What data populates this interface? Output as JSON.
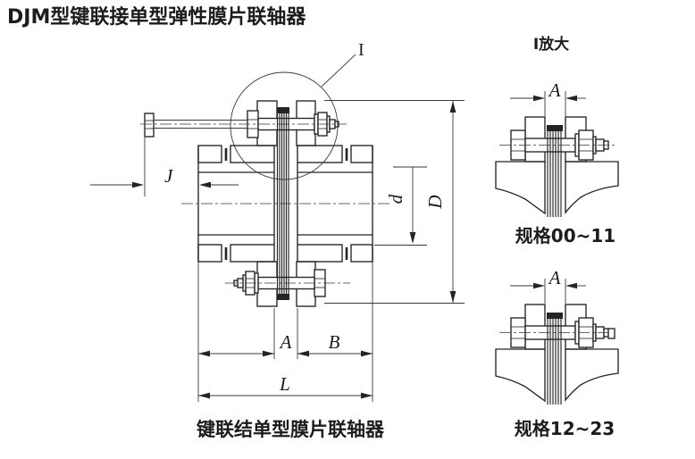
{
  "title": "DJM型键联接单型弹性膜片联轴器",
  "colors": {
    "ink": "#242424",
    "paper": "#ffffff"
  },
  "main_view": {
    "caption": "键联结单型膜片联轴器",
    "detail_marker": "I",
    "dimensions": {
      "J": "J",
      "d": "d",
      "D": "D",
      "A": "A",
      "B": "B",
      "L": "L"
    }
  },
  "detail_panel": {
    "heading": "I放大",
    "details": [
      {
        "dimension": "A",
        "caption": "规格00~11"
      },
      {
        "dimension": "A",
        "caption": "规格12~23"
      }
    ]
  }
}
